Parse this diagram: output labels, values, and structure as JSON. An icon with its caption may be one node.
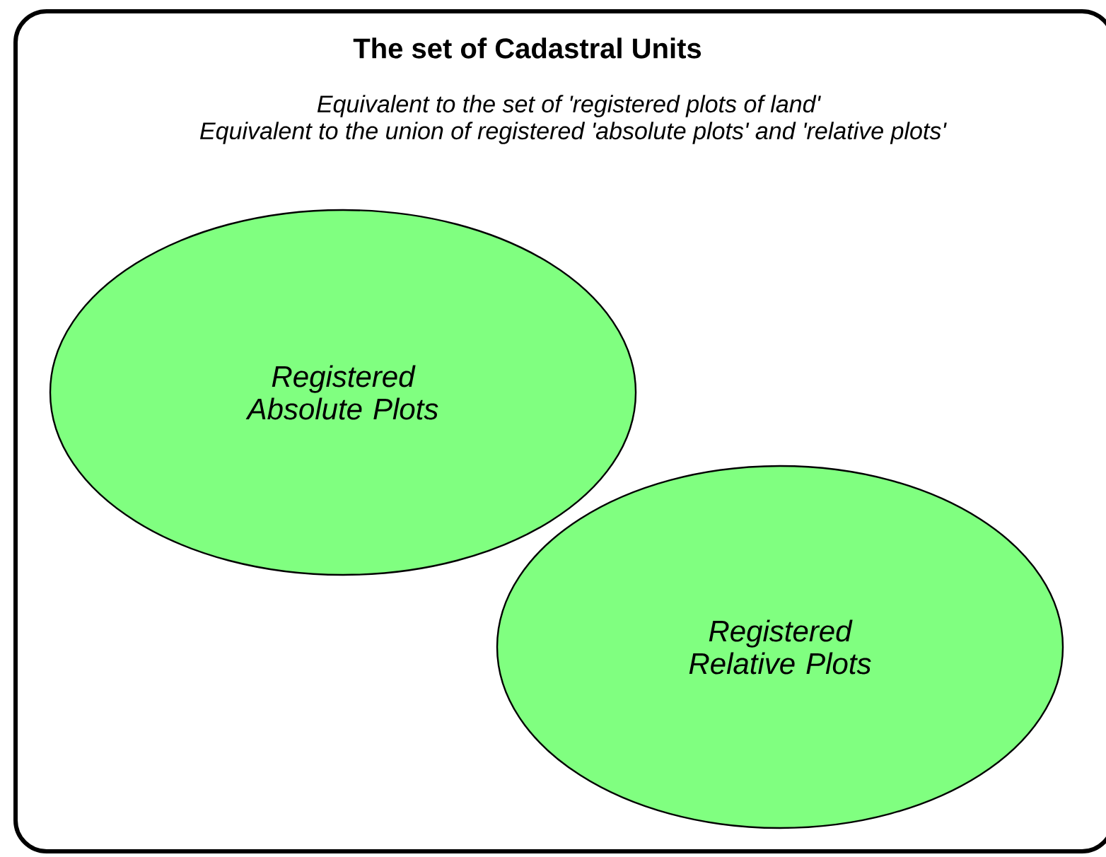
{
  "diagram": {
    "nodes": [
      {
        "text": [
          "The set of Cadastral Units",
          "Equivalent to the set of 'registered plots of land'",
          "Equivalent to the union of registered 'absolute plots' and 'relative plots'"
        ]
      },
      {
        "text": [
          "Registered Absolute Plots"
        ],
        "in": 0
      },
      {
        "text": [
          "Registered Relative Plots"
        ],
        "in": 0
      }
    ]
  }
}
